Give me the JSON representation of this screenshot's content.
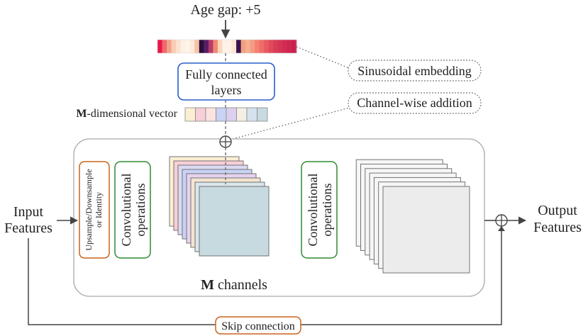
{
  "labels": {
    "age_gap": "Age gap: +5",
    "fully_connected_line1": "Fully connected",
    "fully_connected_line2": "layers",
    "m_vector_bold": "M",
    "m_vector_rest": "-dimensional vector",
    "sinusoidal_embedding": "Sinusoidal embedding",
    "channel_wise_addition": "Channel-wise addition",
    "input_line1": "Input",
    "input_line2": "Features",
    "output_line1": "Output",
    "output_line2": "Features",
    "upsample_line1": "Upsample/Downsample",
    "upsample_line2": "or Identity",
    "conv1_line1": "Convolutional",
    "conv1_line2": "operations",
    "conv2_line1": "Convolutional",
    "conv2_line2": "operations",
    "m_channels_bold": "M",
    "m_channels_rest": " channels",
    "skip_connection": "Skip connection"
  },
  "embedding_colors": [
    "#e8174a",
    "#f06a6a",
    "#f4a28c",
    "#f9ccb5",
    "#fbe3d2",
    "#fdf0e4",
    "#fef4ea",
    "#fdeadb",
    "#f7c3a3",
    "#2a0f3e",
    "#5a1d63",
    "#b43d6c",
    "#f2876f",
    "#fbd7bf",
    "#fef2e6",
    "#fef2e6",
    "#fde6d4",
    "#3a1050",
    "#f2a07f",
    "#f6b08f",
    "#f59b83",
    "#f38071",
    "#ef6c6a",
    "#e85a62",
    "#e04a5b",
    "#d93c56",
    "#d63455",
    "#d22c52",
    "#cd2650",
    "#c8214d"
  ],
  "vector_colors": [
    "#fbefd2",
    "#f7cfd8",
    "#fbe3e0",
    "#c9d3f4",
    "#ddd0ee",
    "#f4efe3",
    "#d4e2ee",
    "#c7dadf"
  ],
  "channel_colors": [
    "#fbefd2",
    "#f7cfd8",
    "#dcdaf2",
    "#c9d3f4",
    "#e6d3ef",
    "#f4e4d0",
    "#d9e6ec",
    "#c7dadf"
  ],
  "accent_colors": {
    "fc_border": "#2a5dcc",
    "conv_border": "#2e8a2e",
    "upsample_border": "#c8641e",
    "skip_border": "#c8641e"
  }
}
